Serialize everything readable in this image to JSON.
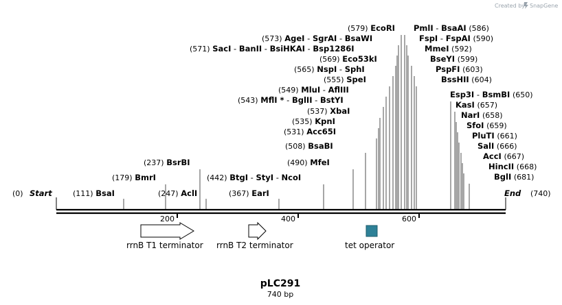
{
  "plasmid": {
    "name": "pLC291",
    "length_label": "740 bp",
    "length": 740
  },
  "watermark": {
    "prefix": "Created by",
    "brand": "SnapGene",
    "icon": "snapgene-logo-icon"
  },
  "colors": {
    "backbone": "#000000",
    "operator": "#2e8197",
    "arrow_fill": "#ffffff",
    "line": "#000000"
  },
  "ends": {
    "start": {
      "name": "Start",
      "pos": "(0)"
    },
    "end": {
      "name": "End",
      "pos": "(740)"
    }
  },
  "scale_ticks": [
    "200",
    "400",
    "600"
  ],
  "features": [
    {
      "name": "rrnB T1 terminator",
      "type": "terminator",
      "shape": "arrow-right"
    },
    {
      "name": "rrnB T2 terminator",
      "type": "terminator",
      "shape": "arrow-right"
    },
    {
      "name": "tet operator",
      "type": "protein_bind",
      "shape": "box"
    }
  ],
  "sites": [
    {
      "pos": "(111)",
      "names": [
        "BsaI"
      ]
    },
    {
      "pos": "(179)",
      "names": [
        "BmrI"
      ]
    },
    {
      "pos": "(237)",
      "names": [
        "BsrBI"
      ]
    },
    {
      "pos": "(247)",
      "names": [
        "AclI"
      ]
    },
    {
      "pos": "(442)",
      "names": [
        "BtgI",
        "StyI",
        "NcoI"
      ]
    },
    {
      "pos": "(367)",
      "names": [
        "EarI"
      ]
    },
    {
      "pos": "(490)",
      "names": [
        "MfeI"
      ]
    },
    {
      "pos": "(508)",
      "names": [
        "BsaBI"
      ]
    },
    {
      "pos": "(531)",
      "names": [
        "Acc65I"
      ]
    },
    {
      "pos": "(535)",
      "names": [
        "KpnI"
      ]
    },
    {
      "pos": "(537)",
      "names": [
        "XbaI"
      ]
    },
    {
      "pos": "(543)",
      "names": [
        "MflI *",
        "BglII",
        "BstYI"
      ]
    },
    {
      "pos": "(549)",
      "names": [
        "MluI",
        "AflIII"
      ]
    },
    {
      "pos": "(555)",
      "names": [
        "SpeI"
      ]
    },
    {
      "pos": "(565)",
      "names": [
        "NspI",
        "SphI"
      ]
    },
    {
      "pos": "(569)",
      "names": [
        "Eco53kI"
      ]
    },
    {
      "pos": "(571)",
      "names": [
        "SacI",
        "BanII",
        "BsiHKAI",
        "Bsp1286I"
      ]
    },
    {
      "pos": "(573)",
      "names": [
        "AgeI",
        "SgrAI",
        "BsaWI"
      ]
    },
    {
      "pos": "(579)",
      "names": [
        "EcoRI"
      ]
    },
    {
      "pos": "(586)",
      "names": [
        "PmlI",
        "BsaAI"
      ]
    },
    {
      "pos": "(590)",
      "names": [
        "FspI",
        "FspAI"
      ]
    },
    {
      "pos": "(592)",
      "names": [
        "MmeI"
      ]
    },
    {
      "pos": "(599)",
      "names": [
        "BseYI"
      ]
    },
    {
      "pos": "(603)",
      "names": [
        "PspFI"
      ]
    },
    {
      "pos": "(604)",
      "names": [
        "BssHII"
      ]
    },
    {
      "pos": "(650)",
      "names": [
        "Esp3I",
        "BsmBI"
      ]
    },
    {
      "pos": "(657)",
      "names": [
        "KasI"
      ]
    },
    {
      "pos": "(658)",
      "names": [
        "NarI"
      ]
    },
    {
      "pos": "(659)",
      "names": [
        "SfoI"
      ]
    },
    {
      "pos": "(661)",
      "names": [
        "PluTI"
      ]
    },
    {
      "pos": "(666)",
      "names": [
        "SalI"
      ]
    },
    {
      "pos": "(667)",
      "names": [
        "AccI"
      ]
    },
    {
      "pos": "(668)",
      "names": [
        "HincII"
      ]
    },
    {
      "pos": "(681)",
      "names": [
        "BglI"
      ]
    }
  ]
}
